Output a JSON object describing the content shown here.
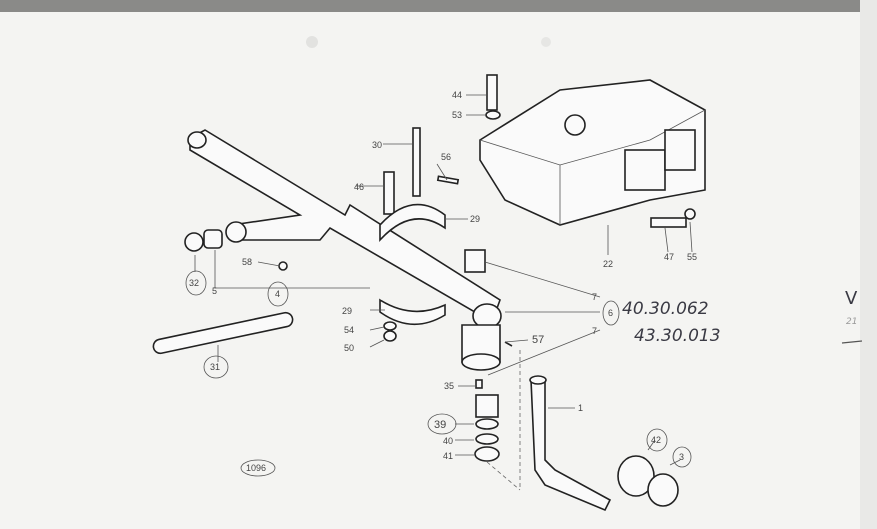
{
  "diagram": {
    "figure_number": "1096",
    "callouts": {
      "c44": "44",
      "c53": "53",
      "c30": "30",
      "c56": "56",
      "c46": "46",
      "c29a": "29",
      "c22": "22",
      "c47": "47",
      "c55": "55",
      "c58": "58",
      "c5": "5",
      "c32": "32",
      "c4": "4",
      "c29b": "29",
      "c54": "54",
      "c50": "50",
      "c31": "31",
      "c7a": "7",
      "c6": "6",
      "c7b": "7",
      "c57": "57",
      "c35": "35",
      "c39": "39",
      "c40": "40",
      "c41": "41",
      "c1": "1",
      "c42": "42",
      "c3": "3"
    },
    "handwritten": {
      "part_no_1": "40.30.062",
      "part_no_2": "43.30.013",
      "check_mark": "V",
      "margin_note": "21"
    }
  }
}
